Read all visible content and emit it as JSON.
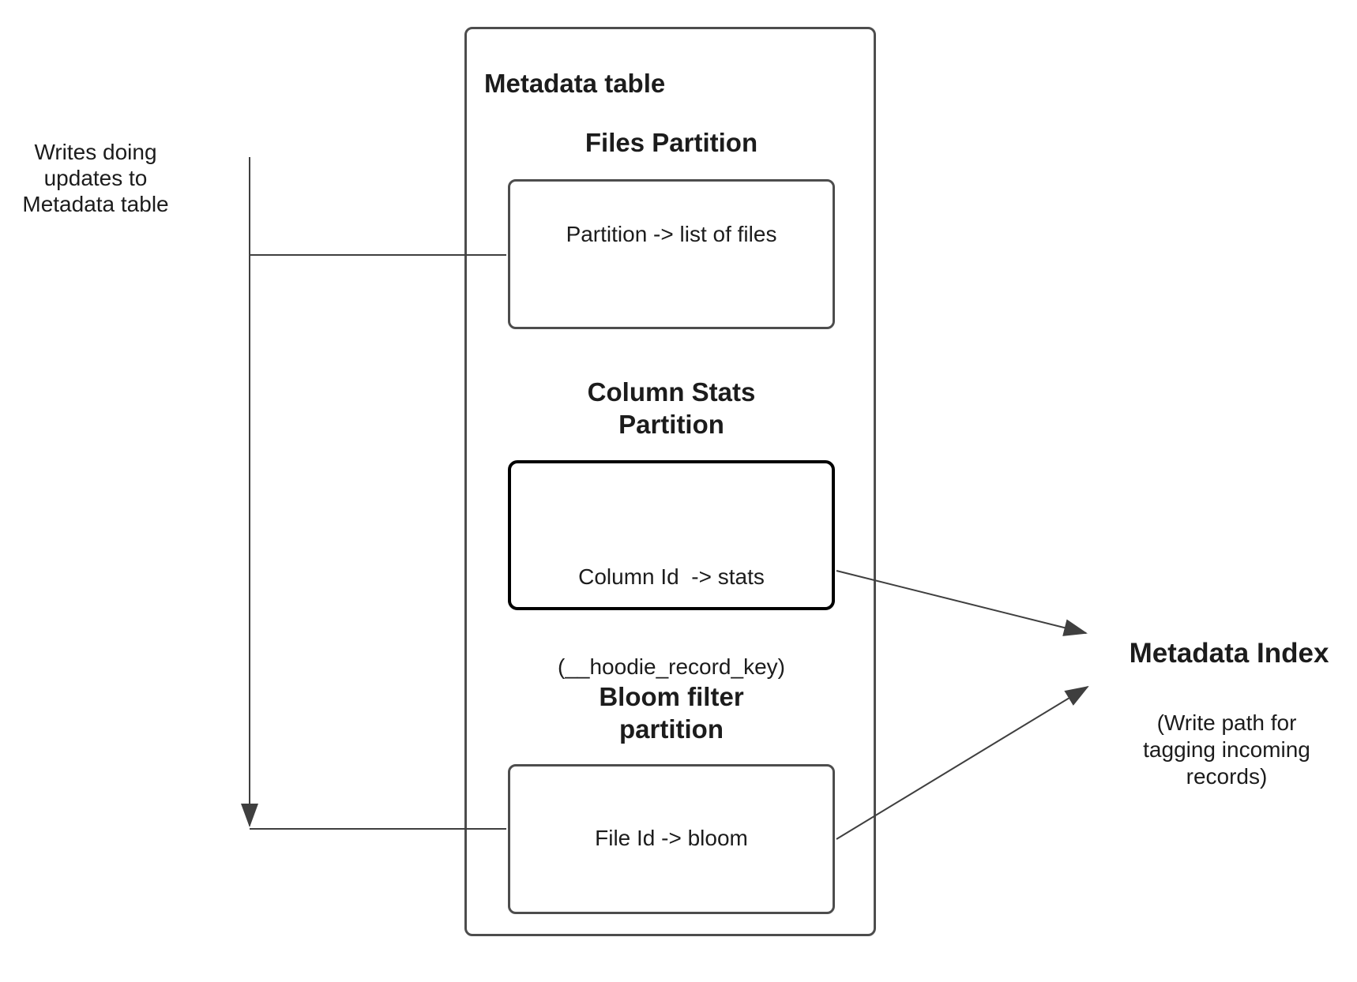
{
  "colors": {
    "box_border": "#4d4d4d",
    "stats_border": "#000000",
    "connector": "#3f3f3f",
    "text": "#1c1c1c",
    "bg": "#ffffff"
  },
  "left_note": {
    "line1": "Writes doing",
    "line2": "updates to",
    "line3": "Metadata table"
  },
  "metadata_table": {
    "title": "Metadata table",
    "files_partition": {
      "heading": "Files Partition",
      "body": "Partition -> list of files"
    },
    "column_stats_partition": {
      "heading_line1": "Column Stats",
      "heading_line2": "Partition",
      "body_line1": "Column Id  -> stats",
      "body_line2": "(__hoodie_record_key)"
    },
    "bloom_filter_partition": {
      "heading_line1": "Bloom filter",
      "heading_line2": "partition",
      "body": "File Id -> bloom"
    }
  },
  "metadata_index": {
    "title": "Metadata Index",
    "subtitle_line1": "(Write path for",
    "subtitle_line2": "tagging incoming",
    "subtitle_line3": "records)"
  }
}
